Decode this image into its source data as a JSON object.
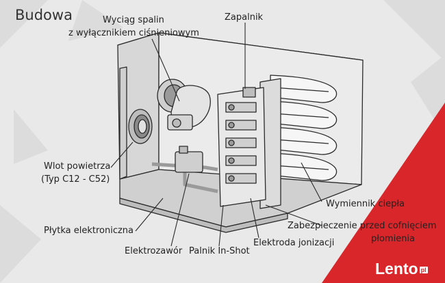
{
  "title": "Budowa",
  "labels": {
    "exhaust": [
      "Wyciąg spalin",
      "z wyłącznikiem ciśnieniowym"
    ],
    "igniter": "Zapalnik",
    "air_inlet": [
      "Wlot powietrza",
      "(Typ C12 - C52)"
    ],
    "heat_exchanger": "Wymiennik ciepła",
    "safety": [
      "Zabezpieczenie przed cofnięciem",
      "płomienia"
    ],
    "pcb": "Płytka elektroniczna",
    "solenoid": "Elektrozawór",
    "burner": "Palnik In-Shot",
    "ionization": "Elektroda jonizacji"
  },
  "watermark": {
    "brand": "Lento",
    "suffix": "pl"
  },
  "colors": {
    "accent": "#d9262a",
    "background": "#e9e9e9",
    "line": "#2a2a2a"
  }
}
